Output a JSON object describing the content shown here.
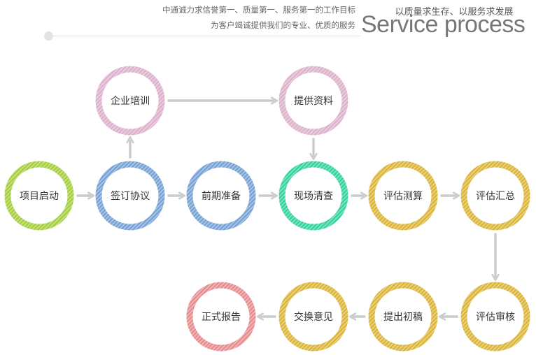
{
  "header": {
    "slogan_line1": "中通诚力求信誉第一、质量第一、服务第一的工作目标",
    "slogan_line2": "为客户竭诚提供我们的专业、优质的服务",
    "subtitle": "以质量求生存、以服务求发展",
    "title": "Service process"
  },
  "colors": {
    "green": "#a6d03f",
    "pink": "#dcb2cc",
    "blue": "#78a3d6",
    "teal": "#35d3a0",
    "gold": "#dcb63a",
    "red": "#e88d8f",
    "arrow": "#cccccc"
  },
  "nodes": [
    {
      "id": "project-start",
      "label": "项目启动",
      "color": "green"
    },
    {
      "id": "sign-agreement",
      "label": "签订协议",
      "color": "blue"
    },
    {
      "id": "preparation",
      "label": "前期准备",
      "color": "blue"
    },
    {
      "id": "site-inspection",
      "label": "现场清查",
      "color": "teal"
    },
    {
      "id": "appraisal-calc",
      "label": "评估测算",
      "color": "gold"
    },
    {
      "id": "appraisal-summary",
      "label": "评估汇总",
      "color": "gold"
    },
    {
      "id": "enterprise-training",
      "label": "企业培训",
      "color": "pink"
    },
    {
      "id": "provide-materials",
      "label": "提供资料",
      "color": "pink"
    },
    {
      "id": "appraisal-review",
      "label": "评估审核",
      "color": "gold"
    },
    {
      "id": "draft-submission",
      "label": "提出初稿",
      "color": "gold"
    },
    {
      "id": "exchange-opinions",
      "label": "交换意见",
      "color": "gold"
    },
    {
      "id": "formal-report",
      "label": "正式报告",
      "color": "red"
    }
  ],
  "edges": [
    [
      "project-start",
      "sign-agreement"
    ],
    [
      "sign-agreement",
      "preparation"
    ],
    [
      "preparation",
      "site-inspection"
    ],
    [
      "site-inspection",
      "appraisal-calc"
    ],
    [
      "appraisal-calc",
      "appraisal-summary"
    ],
    [
      "sign-agreement",
      "enterprise-training"
    ],
    [
      "enterprise-training",
      "provide-materials"
    ],
    [
      "provide-materials",
      "site-inspection"
    ],
    [
      "appraisal-summary",
      "appraisal-review"
    ],
    [
      "appraisal-review",
      "draft-submission"
    ],
    [
      "draft-submission",
      "exchange-opinions"
    ],
    [
      "exchange-opinions",
      "formal-report"
    ]
  ]
}
